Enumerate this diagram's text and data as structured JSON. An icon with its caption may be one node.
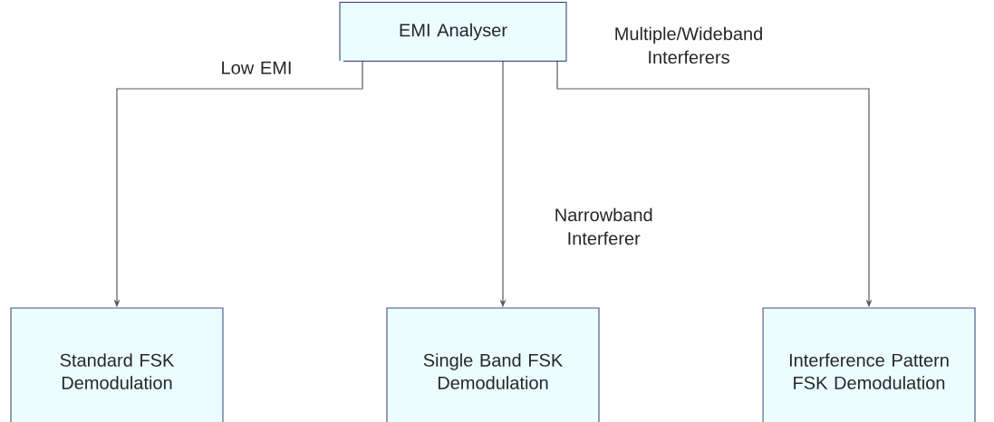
{
  "diagram": {
    "nodes": [
      {
        "text": [
          "EMI Analyser"
        ]
      },
      {
        "text": [
          "Standard FSK Demodulation"
        ]
      },
      {
        "text": [
          "Single Band FSK Demodulation"
        ]
      },
      {
        "text": [
          "Interference Pattern FSK Demodulation"
        ]
      }
    ],
    "edges": [
      {
        "from": 0,
        "to": 1,
        "arrow": "to",
        "label": "Low EMI"
      },
      {
        "from": 0,
        "to": 2,
        "arrow": "to",
        "label": "Narrowband Interferer"
      },
      {
        "from": 0,
        "to": 3,
        "arrow": "to",
        "label": "Multiple/Wideband Interferers"
      }
    ]
  }
}
